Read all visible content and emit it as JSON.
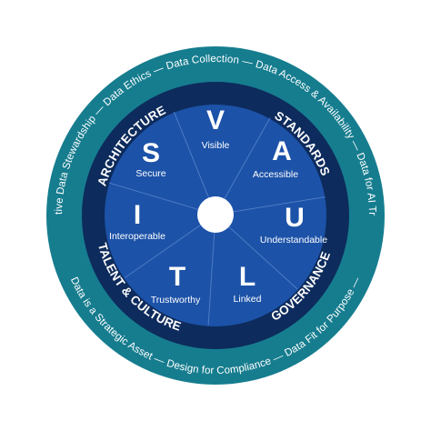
{
  "outer_ring": {
    "arc_top": "Collective Data Stewardship — Data Ethics — Data Collection — Data Access & Availability — Data for AI Training",
    "arc_bottom": "Data is a Strategic Asset — Design for Compliance — Data Fit for Purpose —"
  },
  "band": {
    "architecture": "ARCHITECTURE",
    "standards": "STANDARDS",
    "governance": "GOVERNANCE",
    "talent_culture": "TALENT & CULTURE"
  },
  "segments": [
    {
      "letter": "V",
      "label": "Visible"
    },
    {
      "letter": "A",
      "label": "Accessible"
    },
    {
      "letter": "U",
      "label": "Understandable"
    },
    {
      "letter": "L",
      "label": "Linked"
    },
    {
      "letter": "T",
      "label": "Trustworthy"
    },
    {
      "letter": "I",
      "label": "Interoperable"
    },
    {
      "letter": "S",
      "label": "Secure"
    }
  ],
  "colors": {
    "outer_ring": "#167d8f",
    "band": "#0d2b5c",
    "inner": "#1c52a8",
    "divider": "#4d7cc4",
    "center": "#ffffff"
  }
}
